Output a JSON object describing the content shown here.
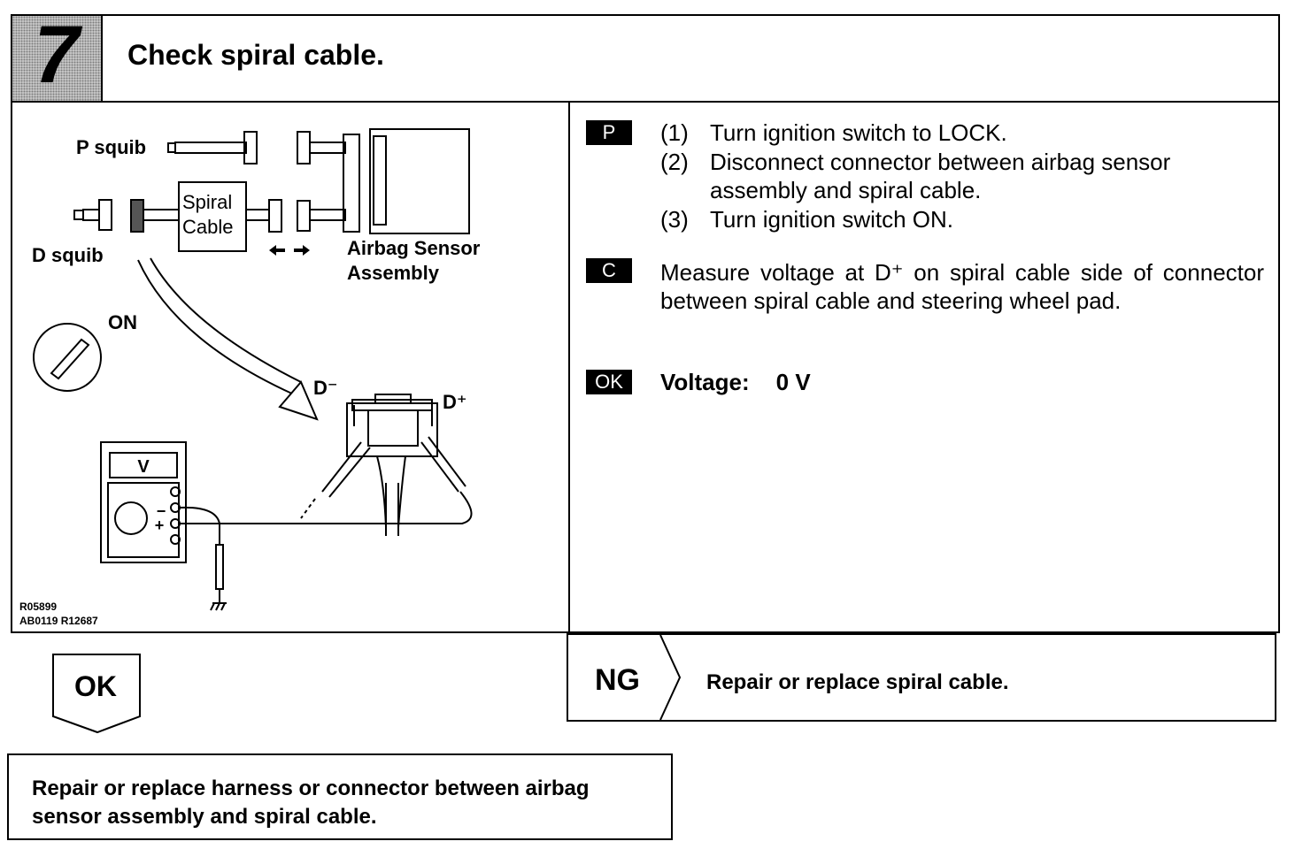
{
  "header": {
    "step_number": "7",
    "title": "Check spiral cable."
  },
  "diagram": {
    "label_p_squib": "P squib",
    "label_d_squib": "D squib",
    "label_spiral": "Spiral",
    "label_cable": "Cable",
    "label_airbag_sensor": "Airbag Sensor",
    "label_assembly": "Assembly",
    "label_on": "ON",
    "label_d_minus": "D⁻",
    "label_d_plus": "D⁺",
    "label_volt": "V",
    "label_minus": "−",
    "label_plus": "+",
    "ref_line1": "R05899",
    "ref_line2": "AB0119 R12687"
  },
  "instructions": {
    "tag_p": "P",
    "steps": [
      {
        "num": "(1)",
        "text": "Turn ignition switch to LOCK."
      },
      {
        "num": "(2)",
        "text": "Disconnect connector between airbag sensor"
      },
      {
        "num": "",
        "text": "assembly and spiral cable."
      },
      {
        "num": "(3)",
        "text": "Turn ignition switch ON."
      }
    ],
    "tag_c": "C",
    "measure_text": "Measure voltage at D⁺ on spiral cable side of connector between spiral cable and steering wheel pad.",
    "tag_ok": "OK",
    "voltage_label": "Voltage:",
    "voltage_value": "0 V"
  },
  "outcomes": {
    "ok_label": "OK",
    "ok_action": "Repair or replace harness or connector between airbag sensor assembly and spiral cable.",
    "ng_label": "NG",
    "ng_action": "Repair or replace spiral cable."
  }
}
